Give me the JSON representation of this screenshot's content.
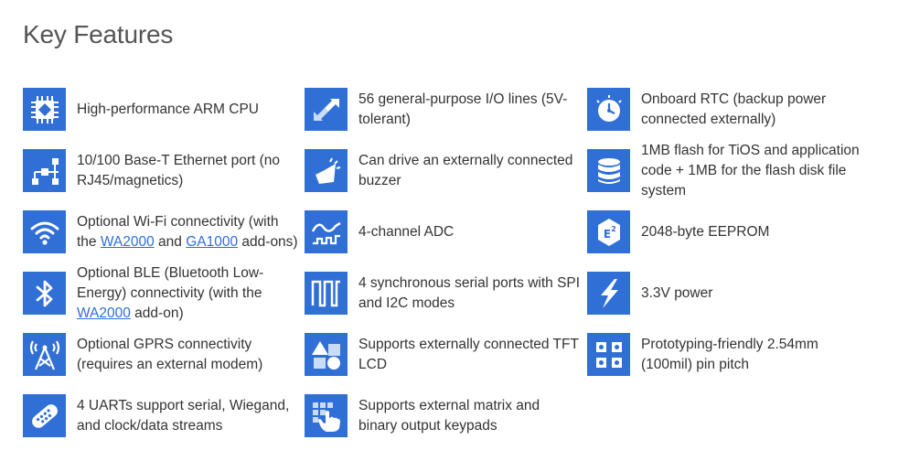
{
  "title": "Key Features",
  "colors": {
    "accent": "#2f6fd6",
    "text": "#333333",
    "heading": "#555555"
  },
  "features": [
    {
      "icon": "cpu-icon",
      "segments": [
        {
          "text": "High-performance ARM CPU"
        }
      ]
    },
    {
      "icon": "io-arrows-icon",
      "segments": [
        {
          "text": "56 general-purpose I/O lines (5V-tolerant)"
        }
      ]
    },
    {
      "icon": "clock-icon",
      "segments": [
        {
          "text": "Onboard RTC (backup power connected externally)"
        }
      ]
    },
    {
      "icon": "network-icon",
      "segments": [
        {
          "text": "10/100 Base-T Ethernet port (no RJ45/magnetics)"
        }
      ]
    },
    {
      "icon": "buzzer-icon",
      "segments": [
        {
          "text": "Can drive an externally connected buzzer"
        }
      ]
    },
    {
      "icon": "database-icon",
      "segments": [
        {
          "text": "1MB flash for TiOS and application code + 1MB for the flash disk file system"
        }
      ]
    },
    {
      "icon": "wifi-icon",
      "segments": [
        {
          "text": "Optional Wi-Fi connectivity (with the "
        },
        {
          "text": "WA2000",
          "link": true
        },
        {
          "text": " and "
        },
        {
          "text": "GA1000",
          "link": true
        },
        {
          "text": " add-ons)"
        }
      ]
    },
    {
      "icon": "adc-wave-icon",
      "segments": [
        {
          "text": "4-channel ADC"
        }
      ]
    },
    {
      "icon": "eeprom-icon",
      "segments": [
        {
          "text": "2048-byte EEPROM"
        }
      ]
    },
    {
      "icon": "bluetooth-icon",
      "segments": [
        {
          "text": "Optional BLE (Bluetooth Low-Energy) connectivity (with the "
        },
        {
          "text": "WA2000",
          "link": true
        },
        {
          "text": " add-on)"
        }
      ]
    },
    {
      "icon": "serial-pulse-icon",
      "segments": [
        {
          "text": "4 synchronous serial ports with SPI and I2C modes"
        }
      ]
    },
    {
      "icon": "lightning-icon",
      "segments": [
        {
          "text": "3.3V power"
        }
      ]
    },
    {
      "icon": "antenna-tower-icon",
      "segments": [
        {
          "text": "Optional GPRS connectivity (requires an external modem)"
        }
      ]
    },
    {
      "icon": "lcd-shapes-icon",
      "segments": [
        {
          "text": "Supports externally connected TFT LCD"
        }
      ]
    },
    {
      "icon": "pin-header-icon",
      "segments": [
        {
          "text": "Prototyping-friendly 2.54mm (100mil) pin pitch"
        }
      ]
    },
    {
      "icon": "serial-connector-icon",
      "segments": [
        {
          "text": "4 UARTs support serial, Wiegand, and clock/data streams"
        }
      ]
    },
    {
      "icon": "keypad-hand-icon",
      "segments": [
        {
          "text": "Supports external matrix and binary output keypads"
        }
      ]
    }
  ]
}
